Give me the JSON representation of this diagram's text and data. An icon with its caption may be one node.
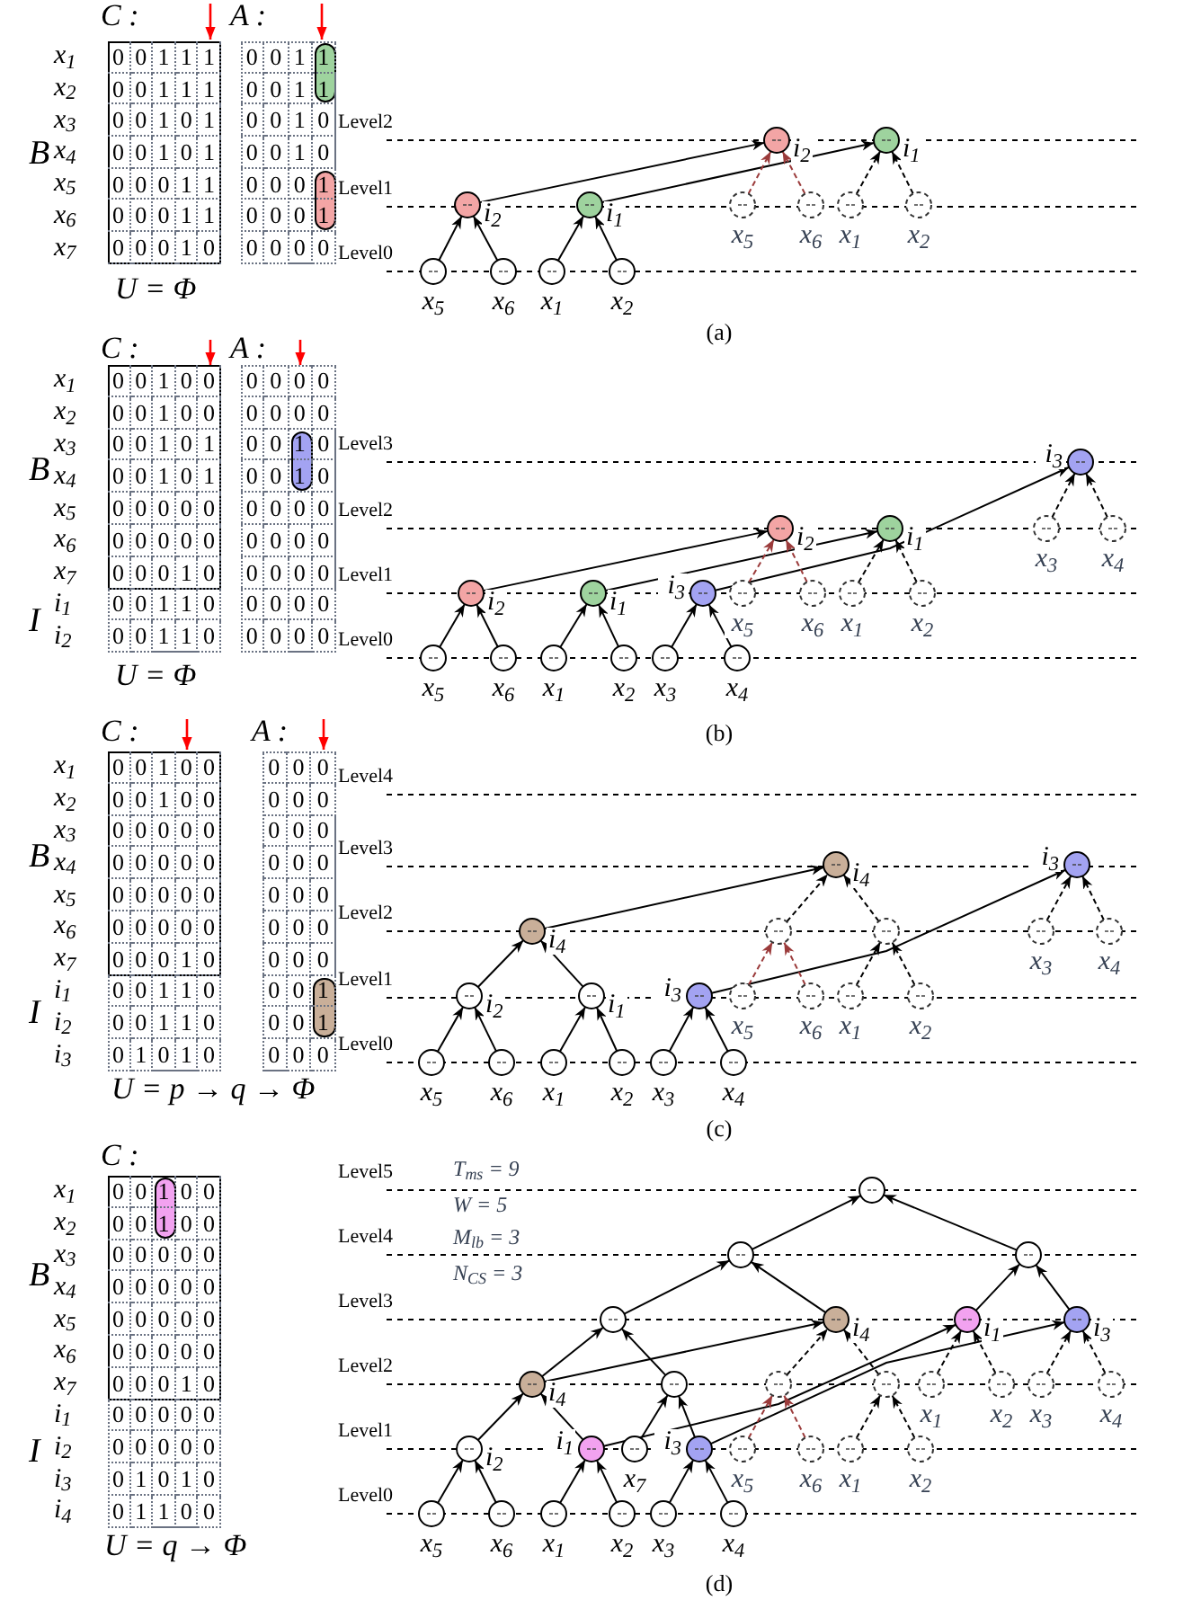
{
  "diagram": {
    "nodes": [
      {
        "text": [],
        "shape": "circle",
        "beside": [
          "x$_{5}$"
        ]
      },
      {
        "text": [],
        "shape": "circle",
        "beside": [
          "x$_{6}$"
        ]
      },
      {
        "text": [],
        "shape": "circle",
        "beside": [
          "x$_{1}$"
        ]
      },
      {
        "text": [],
        "shape": "circle",
        "beside": [
          "x$_{2}$"
        ]
      },
      {
        "text": [],
        "shape": "circle",
        "beside": [
          "i$_{2}$"
        ]
      },
      {
        "text": [],
        "shape": "circle",
        "beside": [
          "i$_{1}$"
        ]
      },
      {
        "text": [],
        "shape": "circle",
        "beside": [
          "x$_{5}$"
        ]
      },
      {
        "text": [],
        "shape": "circle",
        "beside": [
          "x$_{6}$"
        ]
      },
      {
        "text": [],
        "shape": "circle",
        "beside": [
          "x$_{1}$"
        ]
      },
      {
        "text": [],
        "shape": "circle",
        "beside": [
          "x$_{2}$"
        ]
      },
      {
        "text": [],
        "shape": "circle",
        "beside": [
          "i$_{2}$"
        ]
      },
      {
        "text": [],
        "shape": "circle",
        "beside": [
          "i$_{1}$"
        ]
      },
      {
        "text": [],
        "shape": "circle",
        "beside": [
          "x$_{5}$"
        ]
      },
      {
        "text": [],
        "shape": "circle",
        "beside": [
          "x$_{6}$"
        ]
      },
      {
        "text": [],
        "shape": "circle",
        "beside": [
          "x$_{1}$"
        ]
      },
      {
        "text": [],
        "shape": "circle",
        "beside": [
          "x$_{2}$"
        ]
      },
      {
        "text": [],
        "shape": "circle",
        "beside": [
          "x$_{3}$"
        ]
      },
      {
        "text": [],
        "shape": "circle",
        "beside": [
          "x$_{4}$"
        ]
      },
      {
        "text": [],
        "shape": "circle",
        "beside": [
          "i$_{2}$"
        ]
      },
      {
        "text": [],
        "shape": "circle",
        "beside": [
          "i$_{1}$"
        ]
      },
      {
        "text": [],
        "shape": "circle",
        "beside": [
          "i$_{3}$"
        ]
      },
      {
        "text": [],
        "shape": "circle",
        "beside": [
          "x$_{5}$"
        ]
      },
      {
        "text": [],
        "shape": "circle",
        "beside": [
          "x$_{6}$"
        ]
      },
      {
        "text": [],
        "shape": "circle",
        "beside": [
          "x$_{1}$"
        ]
      },
      {
        "text": [],
        "shape": "circle",
        "beside": [
          "x$_{2}$"
        ]
      },
      {
        "text": [],
        "shape": "circle",
        "beside": [
          "i$_{2}$"
        ]
      },
      {
        "text": [],
        "shape": "circle",
        "beside": [
          "i$_{1}$"
        ]
      },
      {
        "text": [],
        "shape": "circle",
        "beside": [
          "x$_{3}$"
        ]
      },
      {
        "text": [],
        "shape": "circle",
        "beside": [
          "x$_{4}$"
        ]
      },
      {
        "text": [],
        "shape": "circle",
        "beside": [
          "i$_{3}$"
        ]
      },
      {
        "text": [],
        "shape": "circle",
        "beside": [
          "x$_{5}$"
        ]
      },
      {
        "text": [],
        "shape": "circle",
        "beside": [
          "x$_{6}$"
        ]
      },
      {
        "text": [],
        "shape": "circle",
        "beside": [
          "x$_{1}$"
        ]
      },
      {
        "text": [],
        "shape": "circle",
        "beside": [
          "x$_{2}$"
        ]
      },
      {
        "text": [],
        "shape": "circle",
        "beside": [
          "x$_{3}$"
        ]
      },
      {
        "text": [],
        "shape": "circle",
        "beside": [
          "x$_{4}$"
        ]
      },
      {
        "text": [],
        "shape": "circle",
        "beside": [
          "i$_{2}$"
        ]
      },
      {
        "text": [],
        "shape": "circle",
        "beside": [
          "i$_{1}$"
        ]
      },
      {
        "text": [],
        "shape": "circle",
        "beside": [
          "i$_{3}$"
        ]
      },
      {
        "text": [],
        "shape": "circle",
        "beside": [
          "x$_{5}$"
        ]
      },
      {
        "text": [],
        "shape": "circle",
        "beside": [
          "x$_{6}$"
        ]
      },
      {
        "text": [],
        "shape": "circle",
        "beside": [
          "x$_{1}$"
        ]
      },
      {
        "text": [],
        "shape": "circle",
        "beside": [
          "x$_{2}$"
        ]
      },
      {
        "text": [],
        "shape": "circle",
        "beside": [
          "i$_{4}$"
        ]
      },
      {
        "text": [],
        "shape": "circle"
      },
      {
        "text": [],
        "shape": "circle"
      },
      {
        "text": [],
        "shape": "circle",
        "beside": [
          "x$_{3}$"
        ]
      },
      {
        "text": [],
        "shape": "circle",
        "beside": [
          "x$_{4}$"
        ]
      },
      {
        "text": [],
        "shape": "circle",
        "beside": [
          "i$_{4}$"
        ]
      },
      {
        "text": [],
        "shape": "circle",
        "beside": [
          "i$_{3}$"
        ]
      },
      {
        "text": [],
        "shape": "circle",
        "beside": [
          "x$_{5}$"
        ]
      },
      {
        "text": [],
        "shape": "circle",
        "beside": [
          "x$_{6}$"
        ]
      },
      {
        "text": [],
        "shape": "circle",
        "beside": [
          "x$_{1}$"
        ]
      },
      {
        "text": [],
        "shape": "circle",
        "beside": [
          "x$_{2}$"
        ]
      },
      {
        "text": [],
        "shape": "circle",
        "beside": [
          "x$_{3}$"
        ]
      },
      {
        "text": [],
        "shape": "circle",
        "beside": [
          "x$_{4}$"
        ]
      },
      {
        "text": [],
        "shape": "circle",
        "beside": [
          "i$_{2}$"
        ]
      },
      {
        "text": [],
        "shape": "circle",
        "beside": [
          "i$_{1}$"
        ]
      },
      {
        "text": [],
        "shape": "circle",
        "beside": [
          "x$_{7}$"
        ]
      },
      {
        "text": [],
        "shape": "circle",
        "beside": [
          "i$_{3}$"
        ]
      },
      {
        "text": [],
        "shape": "circle",
        "beside": [
          "x$_{5}$"
        ]
      },
      {
        "text": [],
        "shape": "circle",
        "beside": [
          "x$_{6}$"
        ]
      },
      {
        "text": [],
        "shape": "circle",
        "beside": [
          "x$_{1}$"
        ]
      },
      {
        "text": [],
        "shape": "circle",
        "beside": [
          "x$_{2}$"
        ]
      },
      {
        "text": [],
        "shape": "circle",
        "beside": [
          "i$_{4}$"
        ]
      },
      {
        "text": [],
        "shape": "circle"
      },
      {
        "text": [],
        "shape": "circle"
      },
      {
        "text": [],
        "shape": "circle"
      },
      {
        "text": [],
        "shape": "circle",
        "beside": [
          "x$_{1}$"
        ]
      },
      {
        "text": [],
        "shape": "circle",
        "beside": [
          "x$_{2}$"
        ]
      },
      {
        "text": [],
        "shape": "circle",
        "beside": [
          "x$_{3}$"
        ]
      },
      {
        "text": [],
        "shape": "circle",
        "beside": [
          "x$_{4}$"
        ]
      },
      {
        "text": [],
        "shape": "circle"
      },
      {
        "text": [],
        "shape": "circle",
        "beside": [
          "i$_{4}$"
        ]
      },
      {
        "text": [],
        "shape": "circle",
        "beside": [
          "i$_{1}$"
        ]
      },
      {
        "text": [],
        "shape": "circle",
        "beside": [
          "i$_{3}$"
        ]
      },
      {
        "text": [],
        "shape": "circle"
      },
      {
        "text": [],
        "shape": "circle"
      },
      {
        "text": [],
        "shape": "circle"
      }
    ],
    "edges": [
      {
        "from": 0,
        "to": 4,
        "arrow": "to"
      },
      {
        "from": 1,
        "to": 4,
        "arrow": "to"
      },
      {
        "from": 2,
        "to": 5,
        "arrow": "to"
      },
      {
        "from": 3,
        "to": 5,
        "arrow": "to"
      },
      {
        "from": 4,
        "to": 10,
        "arrow": "to"
      },
      {
        "from": 5,
        "to": 11,
        "arrow": "to"
      },
      {
        "from": 6,
        "to": 10,
        "arrow": "to",
        "style": "dashed",
        "color": "#9b3b3b"
      },
      {
        "from": 7,
        "to": 10,
        "arrow": "to",
        "style": "dashed",
        "color": "#9b3b3b"
      },
      {
        "from": 8,
        "to": 11,
        "arrow": "to",
        "style": "dashed"
      },
      {
        "from": 9,
        "to": 11,
        "arrow": "to",
        "style": "dashed"
      },
      {
        "from": 12,
        "to": 18,
        "arrow": "to"
      },
      {
        "from": 13,
        "to": 18,
        "arrow": "to"
      },
      {
        "from": 14,
        "to": 19,
        "arrow": "to"
      },
      {
        "from": 15,
        "to": 19,
        "arrow": "to"
      },
      {
        "from": 16,
        "to": 20,
        "arrow": "to"
      },
      {
        "from": 17,
        "to": 20,
        "arrow": "to"
      },
      {
        "from": 18,
        "to": 25,
        "arrow": "to"
      },
      {
        "from": 19,
        "to": 26,
        "arrow": "to"
      },
      {
        "from": 20,
        "to": 29,
        "arrow": "to"
      },
      {
        "from": 21,
        "to": 25,
        "arrow": "to",
        "style": "dashed",
        "color": "#9b3b3b"
      },
      {
        "from": 22,
        "to": 25,
        "arrow": "to",
        "style": "dashed",
        "color": "#9b3b3b"
      },
      {
        "from": 23,
        "to": 26,
        "arrow": "to",
        "style": "dashed"
      },
      {
        "from": 24,
        "to": 26,
        "arrow": "to",
        "style": "dashed"
      },
      {
        "from": 27,
        "to": 29,
        "arrow": "to",
        "style": "dashed"
      },
      {
        "from": 28,
        "to": 29,
        "arrow": "to",
        "style": "dashed"
      },
      {
        "from": 30,
        "to": 36,
        "arrow": "to"
      },
      {
        "from": 31,
        "to": 36,
        "arrow": "to"
      },
      {
        "from": 32,
        "to": 37,
        "arrow": "to"
      },
      {
        "from": 33,
        "to": 37,
        "arrow": "to"
      },
      {
        "from": 34,
        "to": 38,
        "arrow": "to"
      },
      {
        "from": 35,
        "to": 38,
        "arrow": "to"
      },
      {
        "from": 36,
        "to": 43,
        "arrow": "to"
      },
      {
        "from": 37,
        "to": 43,
        "arrow": "to"
      },
      {
        "from": 43,
        "to": 48,
        "arrow": "to"
      },
      {
        "from": 38,
        "to": 49,
        "arrow": "to"
      },
      {
        "from": 39,
        "to": 44,
        "arrow": "to",
        "style": "dashed",
        "color": "#9b3b3b"
      },
      {
        "from": 40,
        "to": 44,
        "arrow": "to",
        "style": "dashed",
        "color": "#9b3b3b"
      },
      {
        "from": 41,
        "to": 45,
        "arrow": "to",
        "style": "dashed"
      },
      {
        "from": 42,
        "to": 45,
        "arrow": "to",
        "style": "dashed"
      },
      {
        "from": 44,
        "to": 48,
        "arrow": "to",
        "style": "dashed"
      },
      {
        "from": 45,
        "to": 48,
        "arrow": "to",
        "style": "dashed"
      },
      {
        "from": 46,
        "to": 49,
        "arrow": "to",
        "style": "dashed"
      },
      {
        "from": 47,
        "to": 49,
        "arrow": "to",
        "style": "dashed"
      },
      {
        "from": 50,
        "to": 56,
        "arrow": "to"
      },
      {
        "from": 51,
        "to": 56,
        "arrow": "to"
      },
      {
        "from": 52,
        "to": 57,
        "arrow": "to"
      },
      {
        "from": 53,
        "to": 57,
        "arrow": "to"
      },
      {
        "from": 54,
        "to": 59,
        "arrow": "to"
      },
      {
        "from": 55,
        "to": 59,
        "arrow": "to"
      },
      {
        "from": 56,
        "to": 64,
        "arrow": "to"
      },
      {
        "from": 57,
        "to": 64,
        "arrow": "to"
      },
      {
        "from": 58,
        "to": 65,
        "arrow": "to"
      },
      {
        "from": 59,
        "to": 65,
        "arrow": "to"
      },
      {
        "from": 57,
        "to": 74,
        "arrow": "to"
      },
      {
        "from": 59,
        "to": 75,
        "arrow": "to"
      },
      {
        "from": 64,
        "to": 72,
        "arrow": "to"
      },
      {
        "from": 65,
        "to": 72,
        "arrow": "to"
      },
      {
        "from": 64,
        "to": 73,
        "arrow": "to"
      },
      {
        "from": 60,
        "to": 66,
        "arrow": "to",
        "style": "dashed",
        "color": "#9b3b3b"
      },
      {
        "from": 61,
        "to": 66,
        "arrow": "to",
        "style": "dashed",
        "color": "#9b3b3b"
      },
      {
        "from": 62,
        "to": 67,
        "arrow": "to",
        "style": "dashed"
      },
      {
        "from": 63,
        "to": 67,
        "arrow": "to",
        "style": "dashed"
      },
      {
        "from": 66,
        "to": 73,
        "arrow": "to",
        "style": "dashed"
      },
      {
        "from": 67,
        "to": 73,
        "arrow": "to",
        "style": "dashed"
      },
      {
        "from": 68,
        "to": 74,
        "arrow": "to",
        "style": "dashed"
      },
      {
        "from": 69,
        "to": 74,
        "arrow": "to",
        "style": "dashed"
      },
      {
        "from": 70,
        "to": 75,
        "arrow": "to",
        "style": "dashed"
      },
      {
        "from": 71,
        "to": 75,
        "arrow": "to",
        "style": "dashed"
      },
      {
        "from": 72,
        "to": 76,
        "arrow": "to"
      },
      {
        "from": 73,
        "to": 76,
        "arrow": "to"
      },
      {
        "from": 74,
        "to": 77,
        "arrow": "to"
      },
      {
        "from": 75,
        "to": 77,
        "arrow": "to"
      },
      {
        "from": 76,
        "to": 78,
        "arrow": "to"
      },
      {
        "from": 77,
        "to": 78,
        "arrow": "to"
      }
    ],
    "labels": [
      "C :",
      "A :",
      "B",
      "x$_{1}$",
      "x$_{2}$",
      "x$_{3}$",
      "x$_{4}$",
      "x$_{5}$",
      "x$_{6}$",
      "x$_{7}$",
      "0",
      "0",
      "1",
      "1",
      "1",
      "0",
      "0",
      "1",
      "1",
      "1",
      "0",
      "0",
      "1",
      "0",
      "1",
      "0",
      "0",
      "1",
      "0",
      "1",
      "0",
      "0",
      "0",
      "1",
      "1",
      "0",
      "0",
      "0",
      "1",
      "1",
      "0",
      "0",
      "0",
      "1",
      "0",
      "0",
      "0",
      "1",
      "1",
      "0",
      "0",
      "1",
      "1",
      "0",
      "0",
      "1",
      "0",
      "0",
      "0",
      "1",
      "0",
      "0",
      "0",
      "0",
      "1",
      "0",
      "0",
      "0",
      "1",
      "0",
      "0",
      "0",
      "0",
      "U = Φ",
      "Level2",
      "Level1",
      "Level0",
      "C :",
      "A :",
      "(a)",
      "B",
      "I",
      "x$_{1}$",
      "x$_{2}$",
      "x$_{3}$",
      "x$_{4}$",
      "x$_{5}$",
      "x$_{6}$",
      "x$_{7}$",
      "i$_{1}$",
      "i$_{2}$",
      "0",
      "0",
      "1",
      "0",
      "0",
      "0",
      "0",
      "1",
      "0",
      "0",
      "0",
      "0",
      "1",
      "0",
      "1",
      "0",
      "0",
      "1",
      "0",
      "1",
      "0",
      "0",
      "0",
      "0",
      "0",
      "0",
      "0",
      "0",
      "0",
      "0",
      "0",
      "0",
      "0",
      "1",
      "0",
      "0",
      "0",
      "1",
      "1",
      "0",
      "0",
      "0",
      "1",
      "1",
      "0",
      "0",
      "0",
      "0",
      "0",
      "0",
      "0",
      "0",
      "0",
      "0",
      "0",
      "1",
      "0",
      "0",
      "0",
      "1",
      "0",
      "0",
      "0",
      "0",
      "0",
      "0",
      "0",
      "0",
      "0",
      "0",
      "0",
      "0",
      "0",
      "0",
      "0",
      "0",
      "0",
      "0",
      "0",
      "0",
      "0",
      "U = Φ",
      "Level3",
      "Level2",
      "Level1",
      "Level0",
      "C :",
      "A :",
      "(b)",
      "B",
      "I",
      "x$_{1}$",
      "x$_{2}$",
      "x$_{3}$",
      "x$_{4}$",
      "x$_{5}$",
      "x$_{6}$",
      "x$_{7}$",
      "i$_{1}$",
      "i$_{2}$",
      "i$_{3}$",
      "0",
      "0",
      "1",
      "0",
      "0",
      "0",
      "0",
      "1",
      "0",
      "0",
      "0",
      "0",
      "0",
      "0",
      "0",
      "0",
      "0",
      "0",
      "0",
      "0",
      "0",
      "0",
      "0",
      "0",
      "0",
      "0",
      "0",
      "0",
      "0",
      "0",
      "0",
      "0",
      "0",
      "1",
      "0",
      "0",
      "0",
      "1",
      "1",
      "0",
      "0",
      "0",
      "1",
      "1",
      "0",
      "0",
      "1",
      "0",
      "1",
      "0",
      "0",
      "0",
      "0",
      "0",
      "0",
      "0",
      "0",
      "0",
      "0",
      "0",
      "0",
      "0",
      "0",
      "0",
      "0",
      "0",
      "0",
      "0",
      "0",
      "0",
      "0",
      "0",
      "0",
      "1",
      "0",
      "0",
      "1",
      "0",
      "0",
      "0",
      "U = p → q → Φ",
      "Level4",
      "Level3",
      "Level2",
      "Level1",
      "Level0",
      "C :",
      "(c)",
      "B",
      "I",
      "x$_{1}$",
      "x$_{2}$",
      "x$_{3}$",
      "x$_{4}$",
      "x$_{5}$",
      "x$_{6}$",
      "x$_{7}$",
      "i$_{1}$",
      "i$_{2}$",
      "i$_{3}$",
      "i$_{4}$",
      "0",
      "0",
      "1",
      "0",
      "0",
      "0",
      "0",
      "1",
      "0",
      "0",
      "0",
      "0",
      "0",
      "0",
      "0",
      "0",
      "0",
      "0",
      "0",
      "0",
      "0",
      "0",
      "0",
      "0",
      "0",
      "0",
      "0",
      "0",
      "0",
      "0",
      "0",
      "0",
      "0",
      "1",
      "0",
      "0",
      "0",
      "0",
      "0",
      "0",
      "0",
      "0",
      "0",
      "0",
      "0",
      "0",
      "1",
      "0",
      "1",
      "0",
      "0",
      "1",
      "1",
      "0",
      "0",
      "U = q → Φ",
      "Level5",
      "Level4",
      "Level3",
      "Level2",
      "Level1",
      "Level0",
      "T$_{ms}$ = 9",
      "W = 5",
      "M$_{lb}$ = 3",
      "N$_{CS}$ = 3",
      "(d)"
    ]
  }
}
